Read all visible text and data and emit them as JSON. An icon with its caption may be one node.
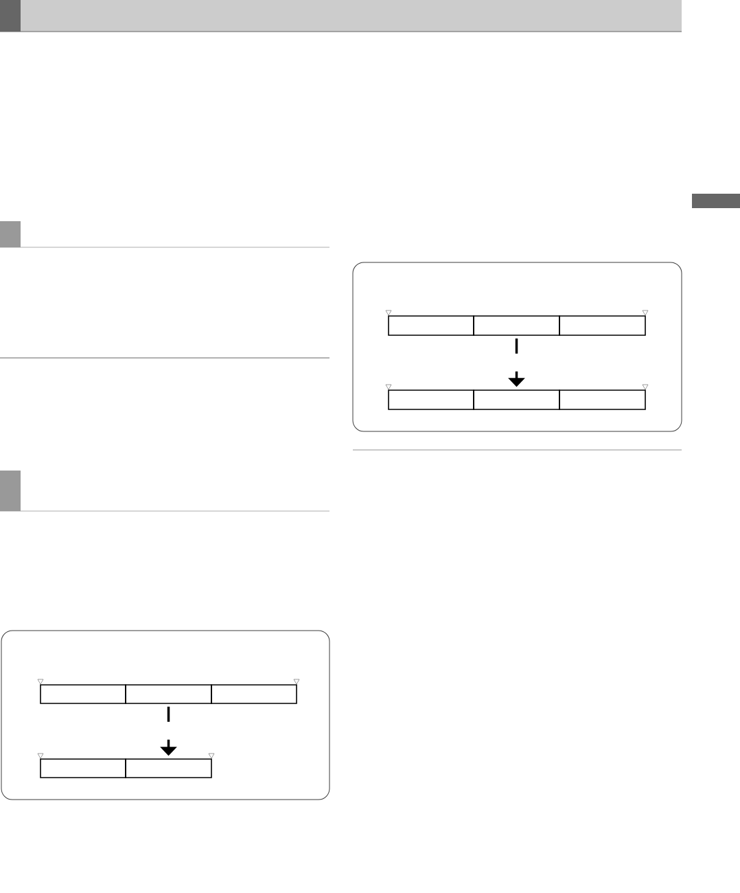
{
  "diagram": {
    "nodes": [
      {
        "text": [],
        "shape": "box"
      },
      {
        "text": [],
        "shape": "box",
        "in": 0
      },
      {
        "text": [],
        "shape": "box",
        "in": 0
      },
      {
        "text": [],
        "shape": "box",
        "in": 0
      },
      {
        "text": [],
        "shape": "box",
        "in": 0
      },
      {
        "text": [],
        "shape": "box",
        "in": 0
      },
      {
        "text": [],
        "shape": "box"
      },
      {
        "text": [],
        "shape": "box",
        "in": 6
      },
      {
        "text": [],
        "shape": "box",
        "in": 6
      },
      {
        "text": [],
        "shape": "box",
        "in": 6
      },
      {
        "text": [],
        "shape": "box",
        "in": 6
      },
      {
        "text": [],
        "shape": "box",
        "in": 6
      },
      {
        "text": [],
        "shape": "box",
        "in": 6
      }
    ],
    "edges": [
      {
        "from": 2,
        "to": 5,
        "arrow": "to"
      },
      {
        "from": 8,
        "to": 11,
        "arrow": "to"
      }
    ]
  }
}
